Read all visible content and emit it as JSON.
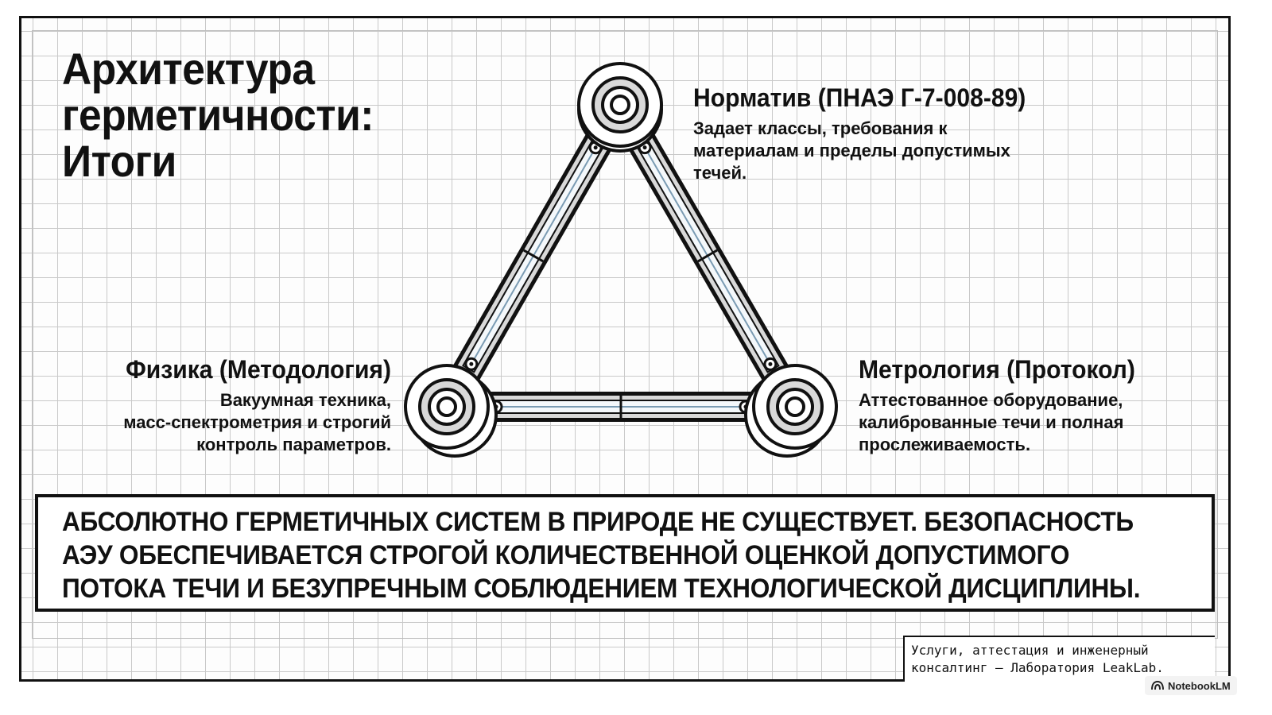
{
  "title": "Архитектура\nгерметичности:\nИтоги",
  "nodes": {
    "norm": {
      "heading": "Норматив (ПНАЭ Г-7-008-89)",
      "description": "Задает классы, требования к\nматериалам и пределы допустимых\nтечей."
    },
    "physics": {
      "heading": "Физика (Методология)",
      "description": "Вакуумная техника,\nмасс-спектрометрия и строгий\nконтроль параметров."
    },
    "metrology": {
      "heading": "Метрология (Протокол)",
      "description": "Аттестованное оборудование,\nкалиброванные течи и полная\nпрослеживаемость."
    }
  },
  "conclusion": "АБСОЛЮТНО ГЕРМЕТИЧНЫХ СИСТЕМ В ПРИРОДЕ НЕ СУЩЕСТВУЕТ. БЕЗОПАСНОСТЬ\nАЭУ ОБЕСПЕЧИВАЕТСЯ СТРОГОЙ КОЛИЧЕСТВЕННОЙ ОЦЕНКОЙ ДОПУСТИМОГО\nПОТОКА ТЕЧИ И БЕЗУПРЕЧНЫМ СОБЛЮДЕНИЕМ ТЕХНОЛОГИЧЕСКОЙ ДИСЦИПЛИНЫ.",
  "footer": "Услуги, аттестация и инженерный\nконсалтинг — Лаборатория LeakLab.",
  "watermark": {
    "label": "NotebookLM",
    "icon": "notebooklm-logo-icon"
  },
  "colors": {
    "ink": "#111111",
    "frame_fill": "#d9d9d9",
    "channel_fill": "#f4f8fb",
    "channel_line": "#7a9bb3",
    "grid": "#c9c9c9"
  },
  "icons": {
    "vertices": "hinge-joint-icon",
    "rivets": "rivet-icon"
  }
}
